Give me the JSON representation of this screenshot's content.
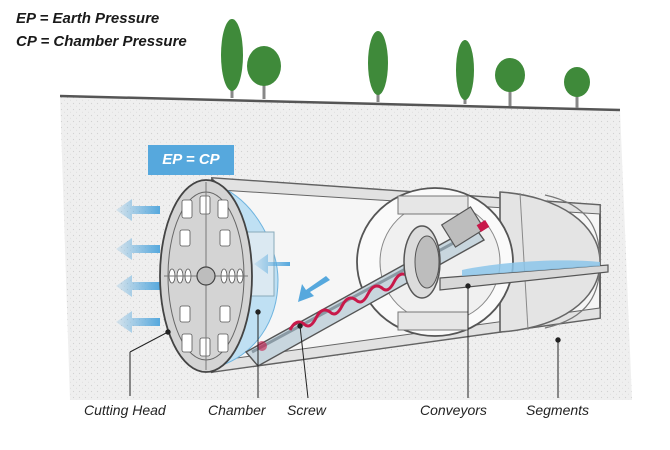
{
  "legend": {
    "ep": "EP = Earth Pressure",
    "cp": "CP = Chamber Pressure"
  },
  "badge": "EP = CP",
  "labels": {
    "cutting_head": "Cutting Head",
    "chamber": "Chamber",
    "screw": "Screw",
    "conveyors": "Conveyors",
    "segments": "Segments"
  },
  "colors": {
    "pressure_blue": "#56a8dd",
    "chamber_blue": "#bfe0f3",
    "screw_red": "#c8194a",
    "tree_green": "#3f8a3a",
    "soil": "#eeeeee",
    "steel": "#d8d8d8"
  }
}
